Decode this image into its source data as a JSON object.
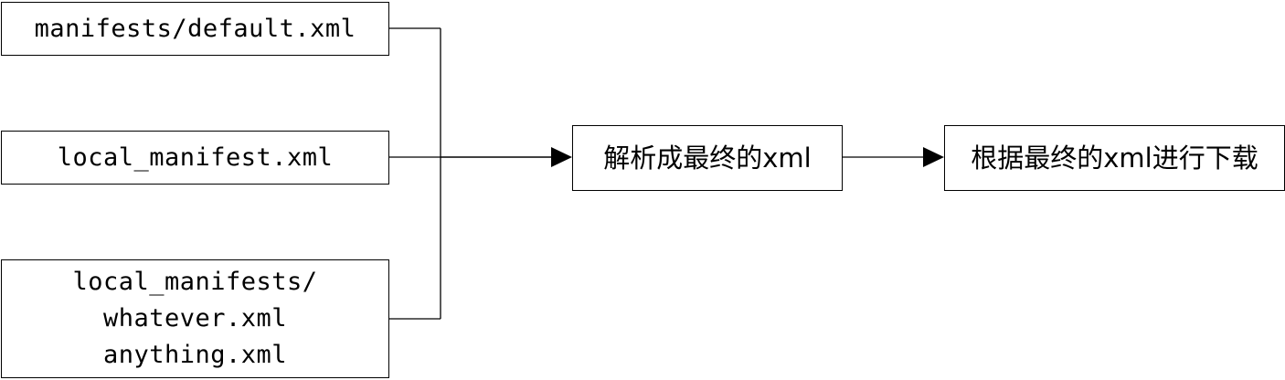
{
  "diagram": {
    "sources": {
      "default_manifest": "manifests/default.xml",
      "local_manifest": "local_manifest.xml",
      "local_manifests_dir": {
        "line1": "local_manifests/",
        "line2": "whatever.xml",
        "line3": "anything.xml"
      }
    },
    "parse_step": "解析成最终的xml",
    "download_step": "根据最终的xml进行下载"
  }
}
